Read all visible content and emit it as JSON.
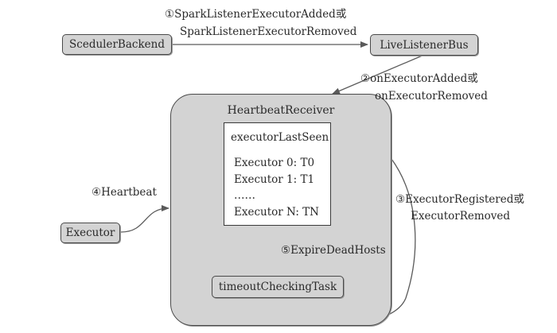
{
  "nodes": {
    "scheduler_backend": "ScedulerBackend",
    "live_listener_bus": "LiveListenerBus",
    "heartbeat_receiver": "HeartbeatReceiver",
    "executor": "Executor",
    "timeout_task": "timeoutCheckingTask"
  },
  "executor_last_seen": {
    "title": "executorLastSeen",
    "entries": [
      "Executor 0: T0",
      "Executor 1: T1",
      "……",
      "Executor N: TN"
    ]
  },
  "edges": {
    "step1": {
      "line1": "①SparkListenerExecutorAdded或",
      "line2": "SparkListenerExecutorRemoved"
    },
    "step2": {
      "line1": "②onExecutorAdded或",
      "line2": "onExecutorRemoved"
    },
    "step3": {
      "line1": "③ExecutorRegistered或",
      "line2": "ExecutorRemoved"
    },
    "step4": {
      "line1": "④Heartbeat"
    },
    "step5": {
      "line1": "⑤ExpireDeadHosts"
    }
  },
  "colors": {
    "box_fill": "#d3d3d3",
    "border": "#4a4a4a",
    "line": "#5a5a5a"
  }
}
